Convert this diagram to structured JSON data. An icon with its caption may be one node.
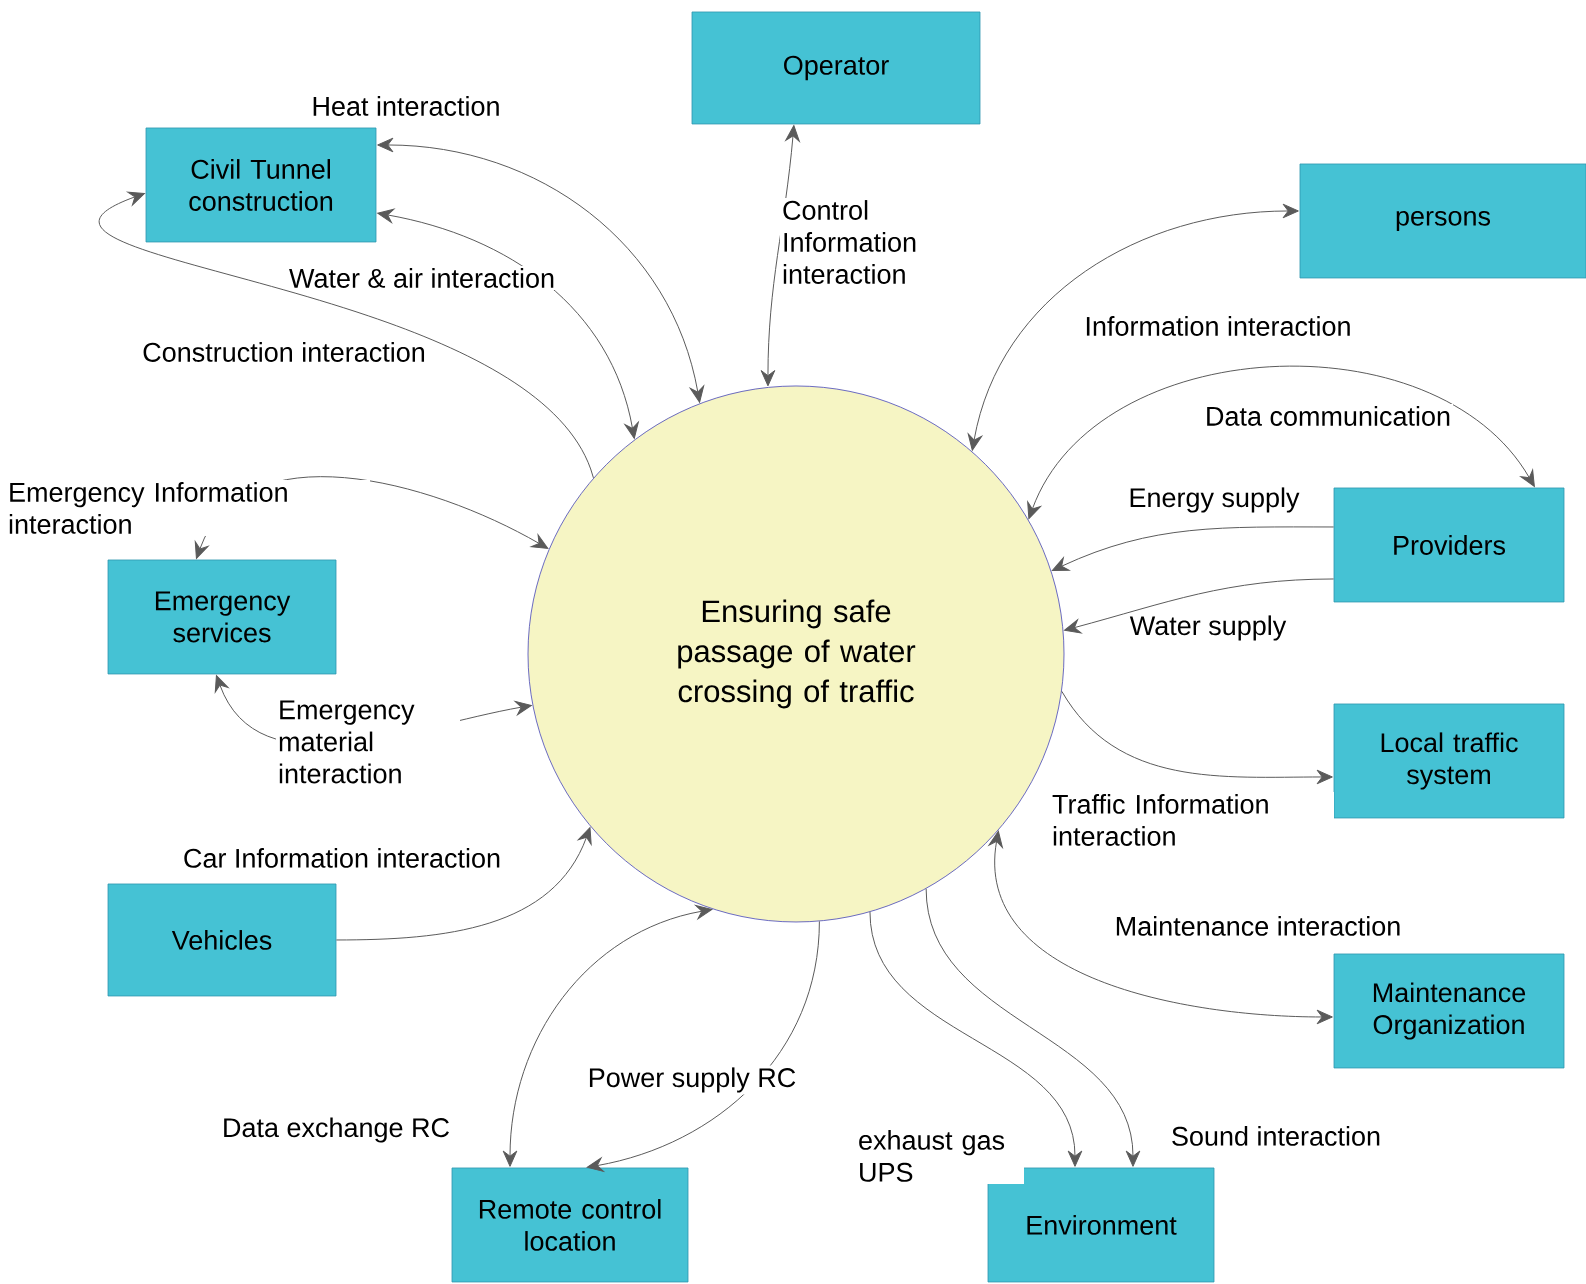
{
  "diagram": {
    "nodes": [
      {
        "text": [
          "Ensuring safe passage of water crossing of traffic"
        ]
      },
      {
        "text": [
          "Operator"
        ]
      },
      {
        "text": [
          "Civil Tunnel construction"
        ]
      },
      {
        "text": [
          "persons"
        ]
      },
      {
        "text": [
          "Providers"
        ]
      },
      {
        "text": [
          "Emergency services"
        ]
      },
      {
        "text": [
          "Local traffic system"
        ]
      },
      {
        "text": [
          "Vehicles"
        ]
      },
      {
        "text": [
          "Maintenance Organization"
        ]
      },
      {
        "text": [
          "Remote control location"
        ]
      },
      {
        "text": [
          "Environment"
        ]
      }
    ],
    "edges": [
      {
        "from": 0,
        "to": 1,
        "arrow": "both",
        "label": "Control Information interaction"
      },
      {
        "from": 0,
        "to": 2,
        "arrow": "both",
        "label": "Heat interaction"
      },
      {
        "from": 0,
        "to": 2,
        "arrow": "both",
        "label": "Water & air interaction"
      },
      {
        "from": 0,
        "to": 2,
        "arrow": "to",
        "label": "Construction interaction"
      },
      {
        "from": 0,
        "to": 3,
        "arrow": "both",
        "label": "Information interaction"
      },
      {
        "from": 0,
        "to": 4,
        "arrow": "both",
        "label": "Data communication"
      },
      {
        "from": 4,
        "to": 0,
        "arrow": "to",
        "label": "Energy supply"
      },
      {
        "from": 4,
        "to": 0,
        "arrow": "to",
        "label": "Water supply"
      },
      {
        "from": 0,
        "to": 5,
        "arrow": "both",
        "label": "Emergency Information interaction"
      },
      {
        "from": 0,
        "to": 5,
        "arrow": "both",
        "label": "Emergency material interaction"
      },
      {
        "from": 0,
        "to": 6,
        "arrow": "to",
        "label": "Traffic Information interaction"
      },
      {
        "from": 7,
        "to": 0,
        "arrow": "to",
        "label": "Car Information interaction"
      },
      {
        "from": 0,
        "to": 8,
        "arrow": "both",
        "label": "Maintenance interaction"
      },
      {
        "from": 0,
        "to": 9,
        "arrow": "both",
        "label": "Data exchange RC"
      },
      {
        "from": 0,
        "to": 9,
        "arrow": "to",
        "label": "Power supply RC"
      },
      {
        "from": 0,
        "to": 10,
        "arrow": "to",
        "label": "exhaust gas UPS"
      },
      {
        "from": 0,
        "to": 10,
        "arrow": "to",
        "label": "Sound interaction"
      }
    ]
  }
}
